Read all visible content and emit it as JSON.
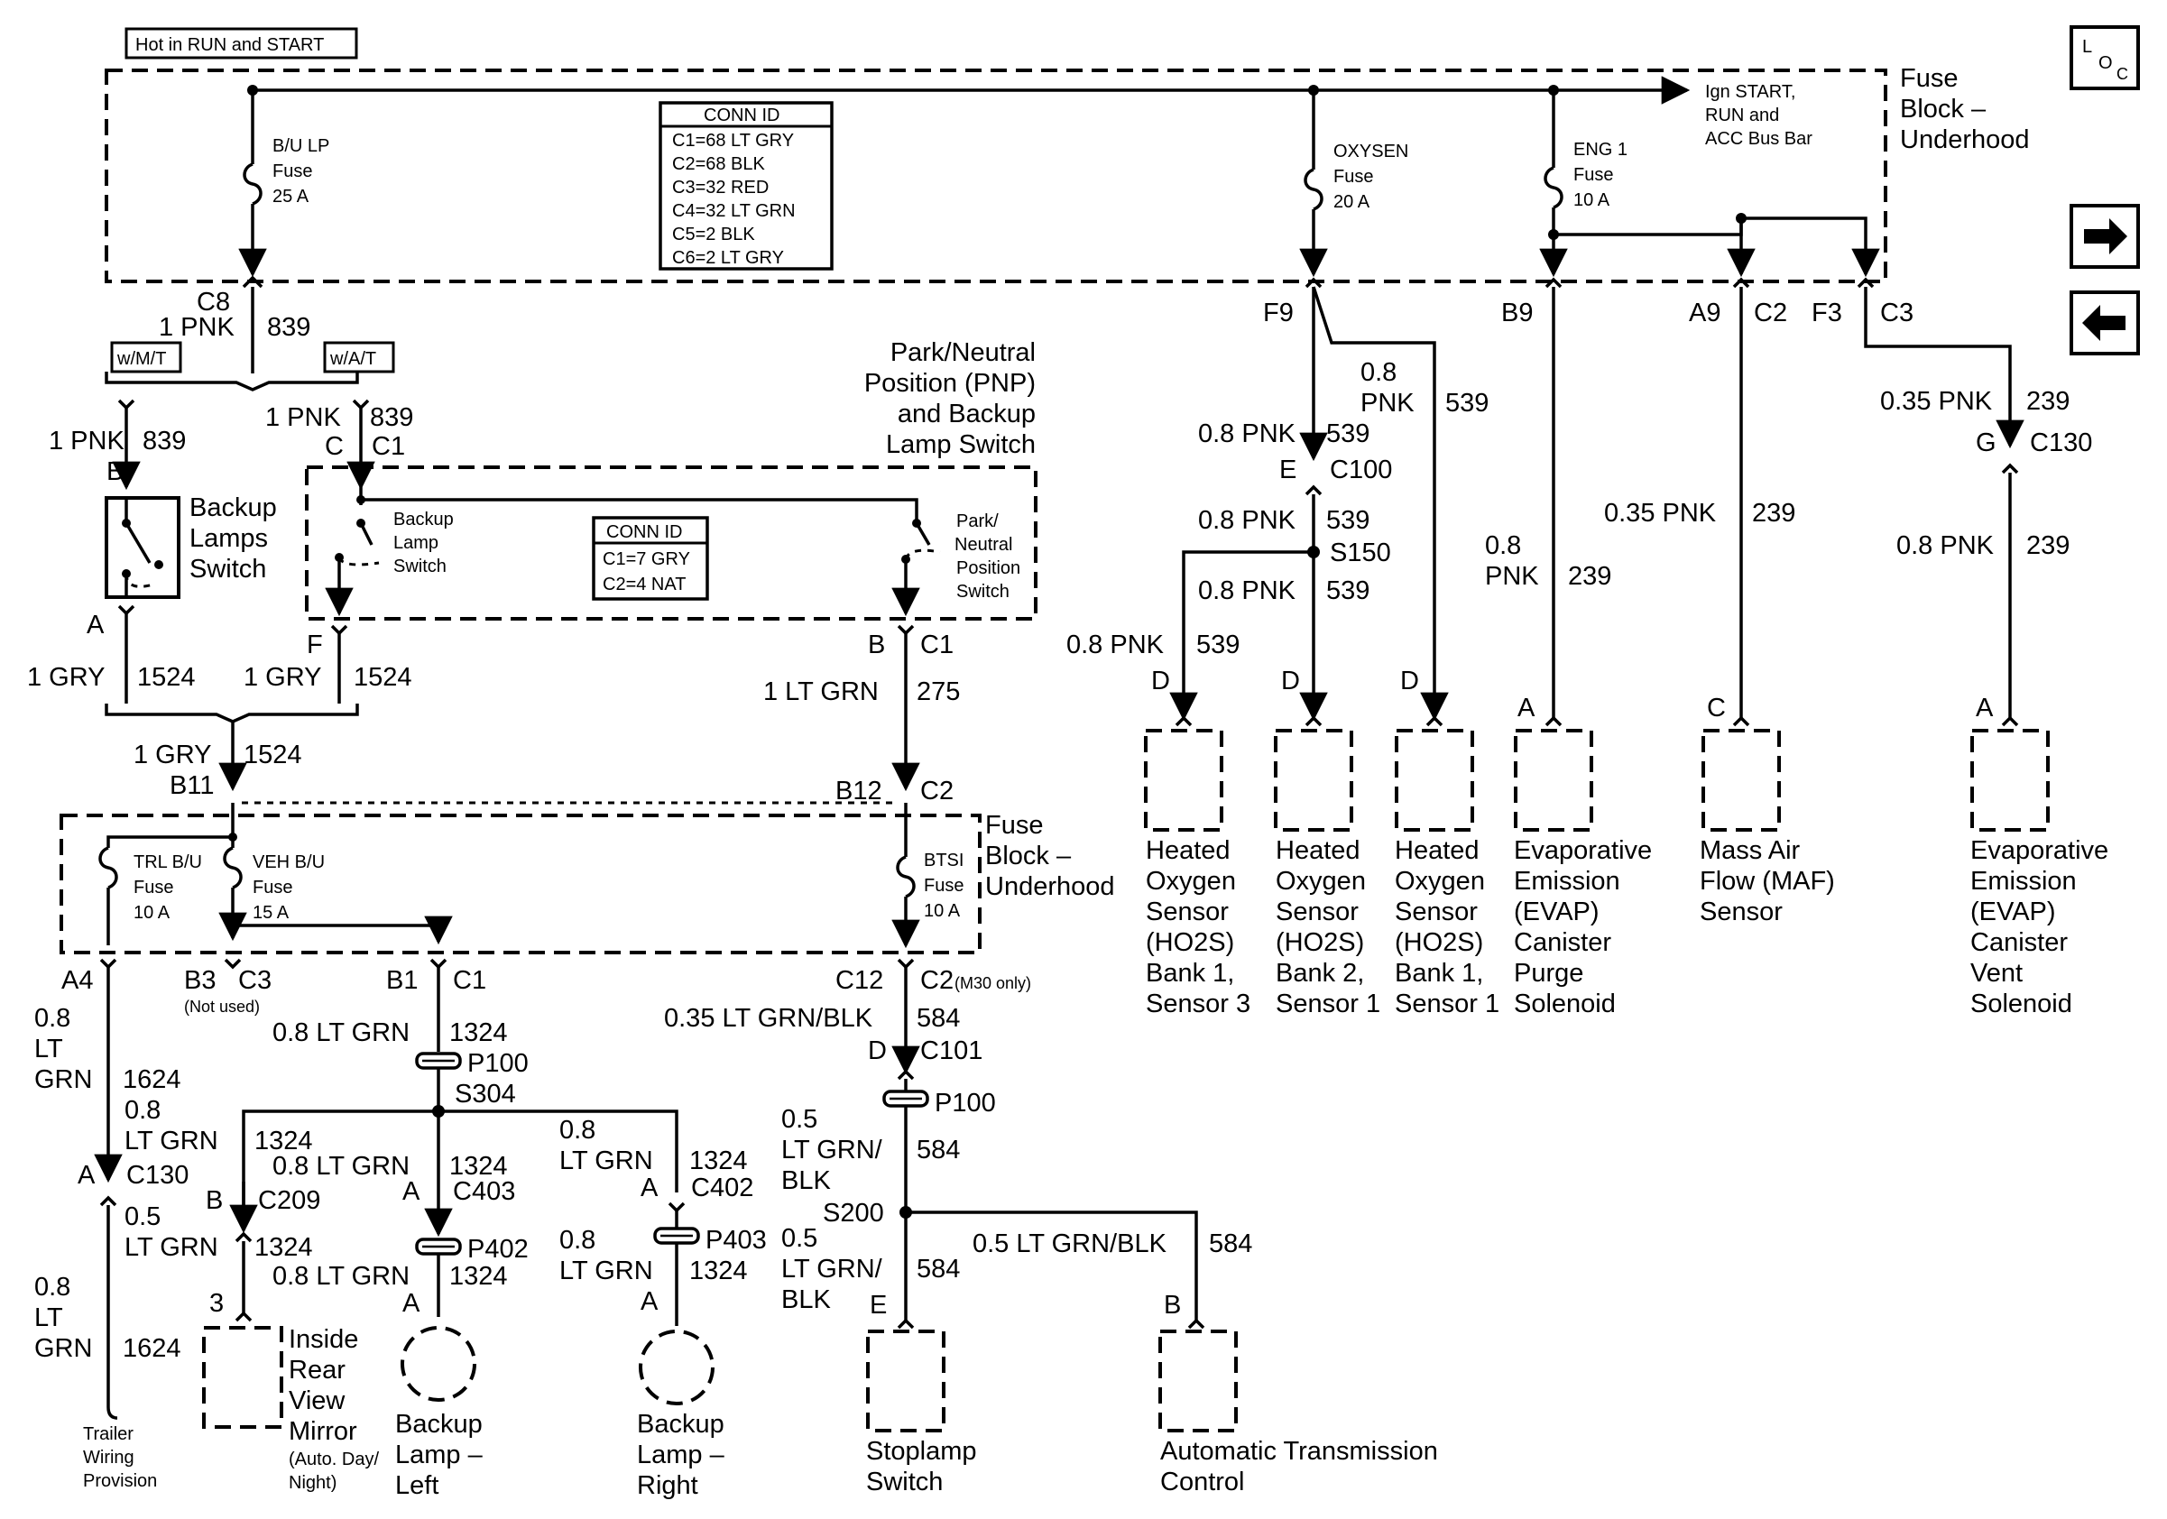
{
  "header": {
    "hot_label": "Hot in RUN and START",
    "loc_label": "LOC"
  },
  "nav": {
    "forward_icon": "arrow-right-icon",
    "back_icon": "arrow-left-icon"
  },
  "fuse_block_top": {
    "title": [
      "Fuse",
      "Block –",
      "Underhood"
    ],
    "bus_label": [
      "Ign START,",
      "RUN and",
      "ACC Bus Bar"
    ],
    "bu_lp_fuse": [
      "B/U LP",
      "Fuse",
      "25 A"
    ],
    "oxysen_fuse": [
      "OXYSEN",
      "Fuse",
      "20 A"
    ],
    "eng1_fuse": [
      "ENG 1",
      "Fuse",
      "10 A"
    ],
    "conn_id": {
      "title": "CONN ID",
      "rows": [
        "C1=68 LT GRY",
        "C2=68 BLK",
        "C3=32 RED",
        "C4=32 LT GRN",
        "C5=2 BLK",
        "C6=2 LT GRY"
      ]
    }
  },
  "left_branch": {
    "c8": "C8",
    "pnk_1": "1 PNK",
    "circuit_839": "839",
    "wmt": "w/M/T",
    "wat": "w/A/T",
    "b": "B",
    "c": "C",
    "c1": "C1",
    "a": "A",
    "f": "F",
    "gry_1": "1 GRY",
    "circuit_1524": "1524",
    "b11": "B11"
  },
  "backup_switch": [
    "Backup",
    "Lamps",
    "Switch"
  ],
  "pnp": {
    "title": [
      "Park/Neutral",
      "Position (PNP)",
      "and Backup",
      "Lamp Switch"
    ],
    "backup_lamp_switch": [
      "Backup",
      "Lamp",
      "Switch"
    ],
    "park_neutral_switch": [
      "Park/",
      "Neutral",
      "Position",
      "Switch"
    ],
    "conn_id": {
      "title": "CONN ID",
      "rows": [
        "C1=7 GRY",
        "C2=4 NAT"
      ]
    },
    "b": "B",
    "c1": "C1",
    "wire": "1 LT GRN",
    "circuit": "275",
    "b12": "B12",
    "c2": "C2"
  },
  "fuse_block_lower": {
    "title": [
      "Fuse",
      "Block –",
      "Underhood"
    ],
    "trl_fuse": [
      "TRL B/U",
      "Fuse",
      "10 A"
    ],
    "veh_fuse": [
      "VEH B/U",
      "Fuse",
      "15 A"
    ],
    "btsi_fuse": [
      "BTSI",
      "Fuse",
      "10 A"
    ],
    "a4": "A4",
    "b3": "B3",
    "c3": "C3",
    "not_used": "(Not used)",
    "b1": "B1",
    "c1": "C1",
    "c12": "C12",
    "c2": "C2",
    "m30": "(M30 only)"
  },
  "trailer": {
    "wire_top": [
      "0.8",
      "LT",
      "GRN"
    ],
    "circuit": "1624",
    "a": "A",
    "c130": "C130",
    "wire_bottom": [
      "0.8",
      "LT",
      "GRN"
    ],
    "label": [
      "Trailer",
      "Wiring",
      "Provision"
    ]
  },
  "veh_backup": {
    "wire": "0.8 LT GRN",
    "circuit": "1324",
    "p100": "P100",
    "s304": "S304",
    "mirror_wire_top": [
      "0.8",
      "LT GRN"
    ],
    "mirror_b": "B",
    "c209": "C209",
    "mirror_wire_bottom": [
      "0.5",
      "LT GRN"
    ],
    "mirror_pin": "3",
    "mirror_label": [
      "Inside",
      "Rear",
      "View",
      "Mirror"
    ],
    "mirror_sub": [
      "(Auto. Day/",
      "Night)"
    ],
    "left_a": "A",
    "c403": "C403",
    "p402": "P402",
    "left_label": [
      "Backup",
      "Lamp –",
      "Left"
    ],
    "right_wire": [
      "0.8",
      "LT GRN"
    ],
    "right_a": "A",
    "c402": "C402",
    "p403": "P403",
    "right_label": [
      "Backup",
      "Lamp –",
      "Right"
    ]
  },
  "btsi": {
    "wire": "0.35 LT GRN/BLK",
    "circuit": "584",
    "d": "D",
    "c101": "C101",
    "p100": "P100",
    "wire2": [
      "0.5",
      "LT GRN/",
      "BLK"
    ],
    "s200": "S200",
    "wire3": [
      "0.5",
      "LT GRN/",
      "BLK"
    ],
    "e": "E",
    "stoplamp": [
      "Stoplamp",
      "Switch"
    ],
    "atc_wire": "0.5 LT GRN/BLK",
    "b": "B",
    "atc": [
      "Automatic Transmission",
      "Control"
    ]
  },
  "oxysen_branch": {
    "f9": "F9",
    "wire_a": [
      "0.8",
      "PNK"
    ],
    "circuit_539": "539",
    "wire": "0.8 PNK",
    "e": "E",
    "c100": "C100",
    "s150": "S150",
    "d": "D",
    "ho2s_b1s3": [
      "Heated",
      "Oxygen",
      "Sensor",
      "(HO2S)",
      "Bank 1,",
      "Sensor 3"
    ],
    "ho2s_b2s1": [
      "Heated",
      "Oxygen",
      "Sensor",
      "(HO2S)",
      "Bank 2,",
      "Sensor 1"
    ],
    "ho2s_b1s1": [
      "Heated",
      "Oxygen",
      "Sensor",
      "(HO2S)",
      "Bank 1,",
      "Sensor 1"
    ]
  },
  "eng1_branch": {
    "b9": "B9",
    "a9": "A9",
    "c2": "C2",
    "f3": "F3",
    "c3": "C3",
    "evap_wire": [
      "0.8",
      "PNK"
    ],
    "circuit_239": "239",
    "evap_a": "A",
    "evap_purge": [
      "Evaporative",
      "Emission",
      "(EVAP)",
      "Canister",
      "Purge",
      "Solenoid"
    ],
    "maf_wire": "0.35 PNK",
    "maf_c": "C",
    "maf": [
      "Mass Air",
      "Flow (MAF)",
      "Sensor"
    ],
    "vent_wire_top": "0.35 PNK",
    "g": "G",
    "c130": "C130",
    "vent_wire_bottom": "0.8 PNK",
    "vent_a": "A",
    "evap_vent": [
      "Evaporative",
      "Emission",
      "(EVAP)",
      "Canister",
      "Vent",
      "Solenoid"
    ]
  }
}
